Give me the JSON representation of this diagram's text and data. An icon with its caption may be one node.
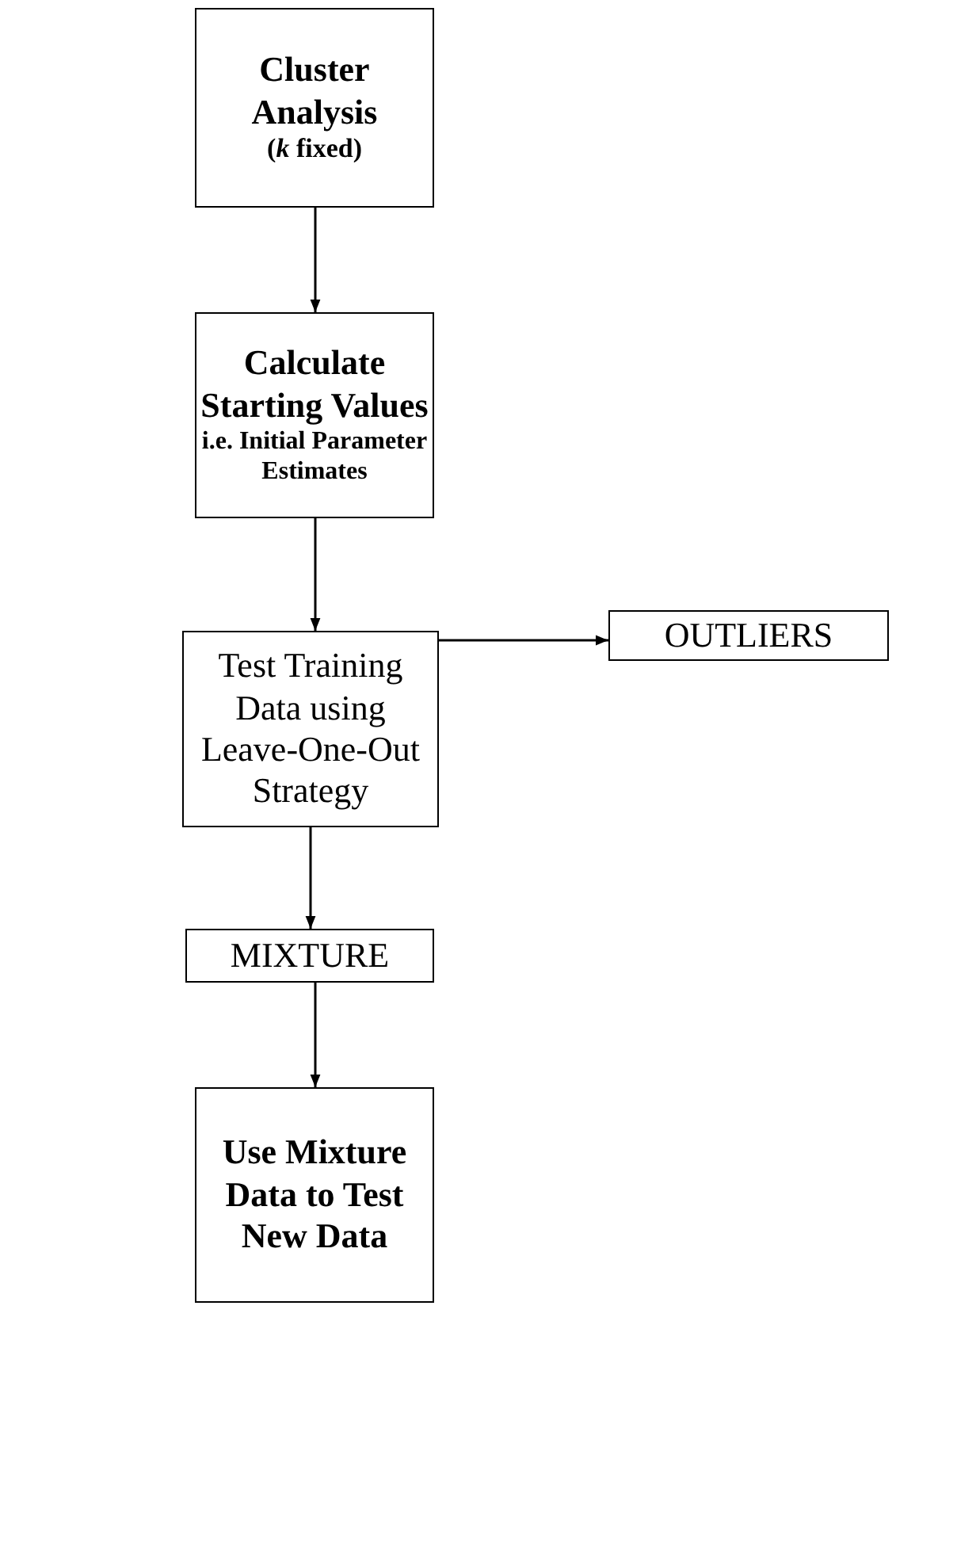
{
  "diagram": {
    "nodes": [
      {
        "text": [
          "Cluster Analysis",
          "(*k* fixed)"
        ]
      },
      {
        "text": [
          "Calculate Starting Values",
          "i.e. Initial Parameter Estimates"
        ]
      },
      {
        "text": [
          "Test Training Data using Leave-One-Out Strategy"
        ]
      },
      {
        "text": [
          "OUTLIERS"
        ]
      },
      {
        "text": [
          "MIXTURE"
        ]
      },
      {
        "text": [
          "Use Mixture Data to Test New Data"
        ]
      }
    ],
    "edges": [
      {
        "from": 0,
        "to": 1,
        "arrow": "to"
      },
      {
        "from": 1,
        "to": 2,
        "arrow": "to"
      },
      {
        "from": 2,
        "to": 3,
        "arrow": "to"
      },
      {
        "from": 2,
        "to": 4,
        "arrow": "to"
      },
      {
        "from": 4,
        "to": 5,
        "arrow": "to"
      }
    ]
  }
}
